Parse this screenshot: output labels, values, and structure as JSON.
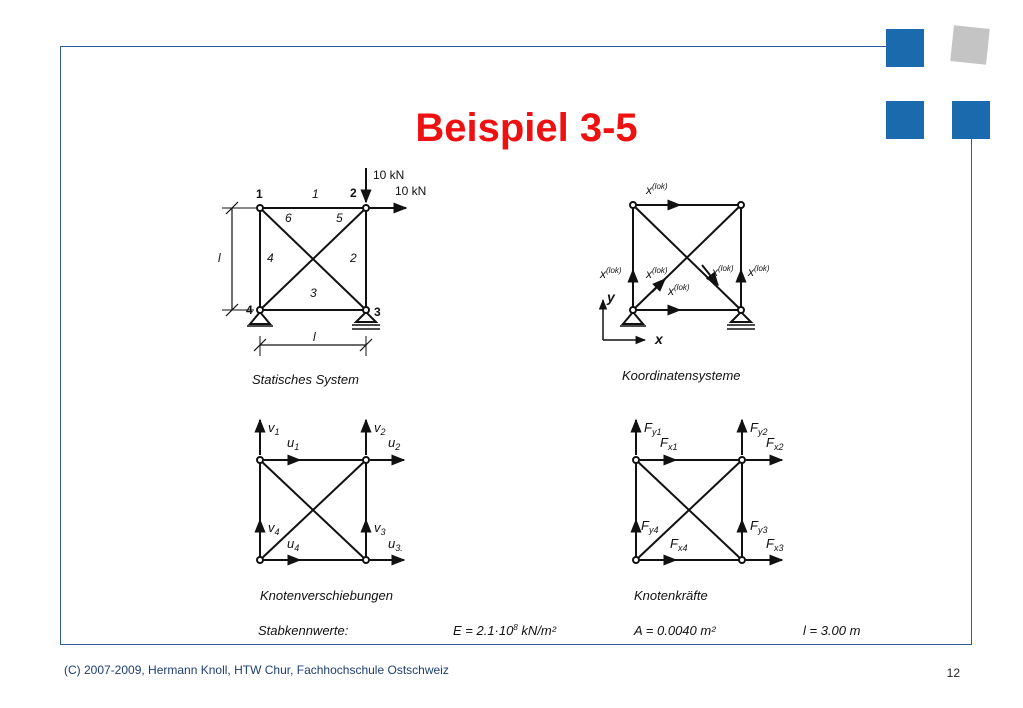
{
  "title": "Beispiel 3-5",
  "footer": "(C) 2007-2009, Hermann Knoll, HTW Chur, Fachhochschule Ostschweiz",
  "page_number": "12",
  "colors": {
    "title": "#ee1111",
    "frame": "#2a5b9c",
    "square_blue": "#1a6aad",
    "square_gray": "#c4c4c4"
  },
  "static_system": {
    "caption": "Statisches System",
    "force_vertical": "10 kN",
    "force_horizontal": "10 kN",
    "node_1": "1",
    "node_2": "2",
    "node_3": "3",
    "node_4": "4",
    "member_1": "1",
    "member_2": "2",
    "member_3": "3",
    "member_4": "4",
    "member_5": "5",
    "member_6": "6",
    "dim_vertical": "l",
    "dim_horizontal": "l"
  },
  "coordinate_systems": {
    "caption": "Koordinatensysteme",
    "local_label": "x",
    "local_superscript": "(lok)",
    "axis_y": "y",
    "axis_x": "x"
  },
  "displacements": {
    "caption": "Knotenverschiebungen",
    "v1": "v",
    "v1_sub": "1",
    "u1": "u",
    "u1_sub": "1",
    "v2": "v",
    "v2_sub": "2",
    "u2": "u",
    "u2_sub": "2",
    "v4": "v",
    "v4_sub": "4",
    "u4": "u",
    "u4_sub": "4",
    "v3": "v",
    "v3_sub": "3",
    "u3": "u",
    "u3_sub": "3."
  },
  "forces": {
    "caption": "Knotenkräfte",
    "fy1": "F",
    "fy1_sub": "y1",
    "fx1": "F",
    "fx1_sub": "x1",
    "fy2": "F",
    "fy2_sub": "y2",
    "fx2": "F",
    "fx2_sub": "x2",
    "fy4": "F",
    "fy4_sub": "y4",
    "fx4": "F",
    "fx4_sub": "x4",
    "fy3": "F",
    "fy3_sub": "y3",
    "fx3": "F",
    "fx3_sub": "x3"
  },
  "properties": {
    "label": "Stabkennwerte:",
    "e_prefix": "E = 2.1·10",
    "e_exp": "8",
    "e_unit": " kN/m²",
    "area": "A = 0.0040 m²",
    "length": "l = 3.00 m"
  }
}
